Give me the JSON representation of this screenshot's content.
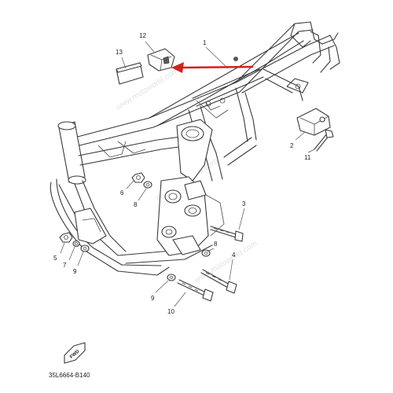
{
  "diagram": {
    "callouts": {
      "p1": "1",
      "p2": "2",
      "p3": "3",
      "p4": "4",
      "p5": "5",
      "p6": "6",
      "p7": "7",
      "p8a": "8",
      "p8b": "8",
      "p9a": "9",
      "p9b": "9",
      "p10": "10",
      "p11": "11",
      "p12": "12",
      "p13": "13"
    },
    "part_code": "35L6664-B140",
    "fwd_label": "FWD",
    "watermark": "www.motoworld.com",
    "arrow_color": "#d42020"
  }
}
